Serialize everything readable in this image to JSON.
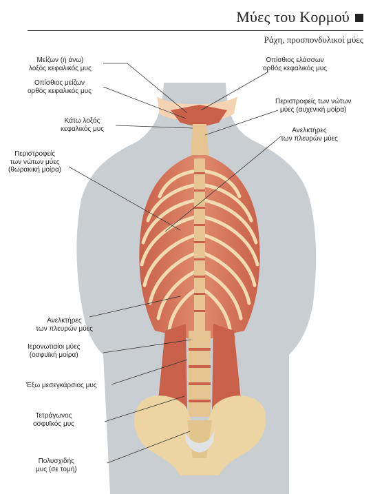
{
  "header": {
    "title": "Μύες του Κορμού",
    "subtitle": "Ράχη, προσπονδυλικοί μύες"
  },
  "labels": {
    "rectus_capitis_major_oblique": [
      "Μείζων (ή άνω)",
      "λοξός κεφαλικός μυς"
    ],
    "rectus_capitis_posterior_major": [
      "Οπίσθιος μείζων",
      "ορθός κεφαλικός μυς"
    ],
    "obliquus_capitis_inferior": [
      "Κάτω λοξός",
      "κεφαλικός μυς"
    ],
    "rotatores_thoracic": [
      "Περιστροφείς",
      "των νώτων μύες",
      "(θωρακική μοίρα)"
    ],
    "rectus_capitis_posterior_minor": [
      "Οπίσθιος ελάσσων",
      "ορθός κεφαλικός μυς"
    ],
    "rotatores_cervical": [
      "Περιστροφείς των νώτων",
      "μύες (αυχενική μοίρα)"
    ],
    "levatores_costarum_upper": [
      "Ανελκτήρες",
      "των πλευρών μύες"
    ],
    "levatores_costarum_lower": [
      "Ανελκτήρες",
      "των πλευρών μύες"
    ],
    "interspinales_lumbar": [
      "Ιερονωτιαίοι μύες",
      "(οσφυϊκή μοίρα)"
    ],
    "intertransversarii": [
      "Έξω μεσεγκάρσιος μυς"
    ],
    "quadratus_lumborum": [
      "Τετράγωνος",
      "οσφυϊκός μυς"
    ],
    "multifidus_cut": [
      "Πολυσχιδής",
      "μυς (σε τομή)"
    ]
  },
  "colors": {
    "silhouette": "#c9ced3",
    "skin": "#f3d3b2",
    "muscle": "#d8775a",
    "muscle_dark": "#b95238",
    "bone": "#ecd5a2",
    "text": "#222222"
  }
}
